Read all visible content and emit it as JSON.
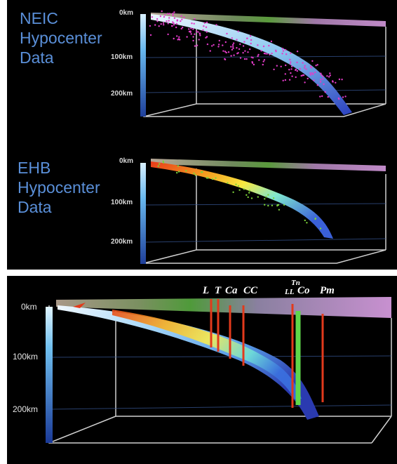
{
  "panel_top": {
    "label": [
      "NEIC",
      "Hypocenter",
      "Data"
    ],
    "depth_ticks": [
      "0km",
      "100km",
      "200km"
    ]
  },
  "panel_middle": {
    "label": [
      "EHB",
      "Hypocenter",
      "Data"
    ],
    "depth_ticks": [
      "0km",
      "100km",
      "200km"
    ]
  },
  "panel_bottom": {
    "depth_ticks": [
      "0km",
      "100km",
      "200km"
    ],
    "volcano_labels": [
      "L",
      "T",
      "Ca",
      "CC",
      "Tn",
      "LL",
      "Co",
      "Pm"
    ]
  },
  "colors": {
    "background": "#000000",
    "label_text": "#5a8fd8",
    "neic_points": "#e23cc8",
    "ehb_points": "#7cd23a",
    "volcano_red": "#e23a1c",
    "volcano_green": "#5fd84a"
  }
}
